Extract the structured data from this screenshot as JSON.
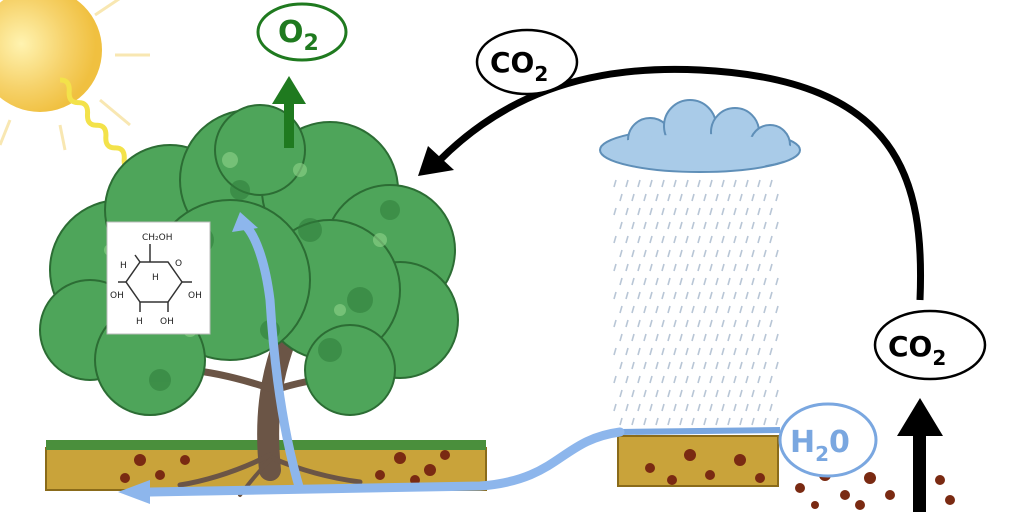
{
  "labels": {
    "o2": {
      "main": "O",
      "sub": "2"
    },
    "co2_top": {
      "main": "CO",
      "sub": "2"
    },
    "co2_right": {
      "main": "CO",
      "sub": "2"
    },
    "h2o": {
      "a": "H",
      "sub": "2",
      "b": "0"
    }
  },
  "glucose": {
    "ch2oh": "CH₂OH",
    "h": "H",
    "oh": "OH",
    "o": "O"
  },
  "colors": {
    "o2": "#1f7a1f",
    "co2": "#000000",
    "h2o": "#7aa7e0",
    "water_flow": "#8db6ec",
    "leaf": "#3f9a4a",
    "soil": "#c9a33a",
    "sun": "#f4c542"
  }
}
